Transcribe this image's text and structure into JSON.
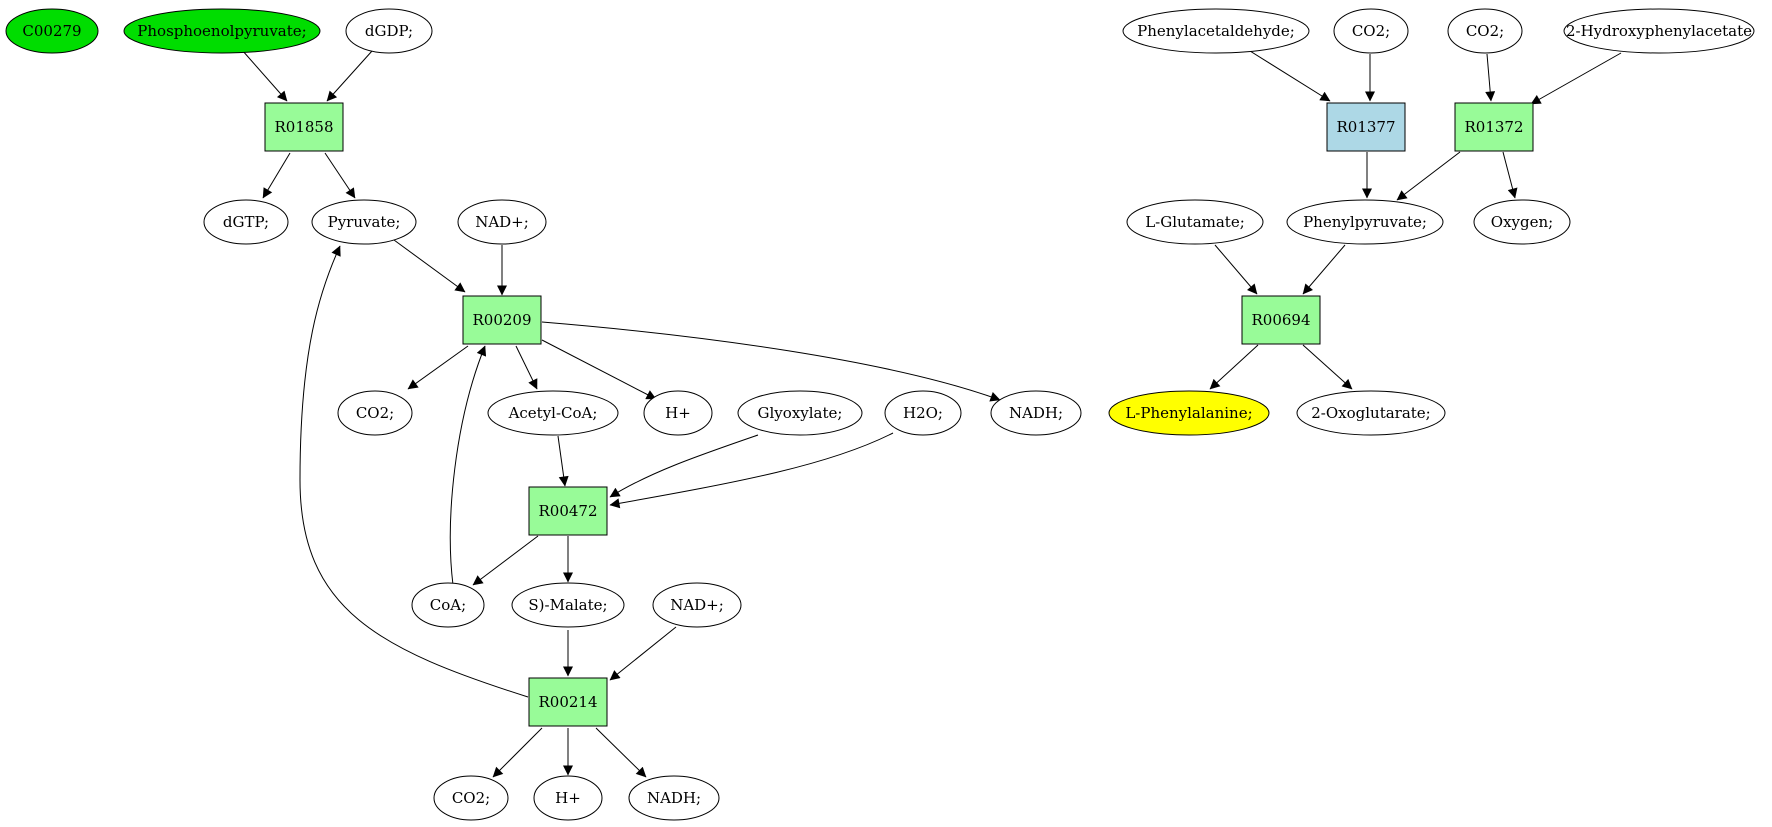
{
  "colors": {
    "start_compound": "#00dd00",
    "target_compound": "#ffff00",
    "reaction": "#98fb98",
    "reaction_alt": "#add8e6",
    "default_compound": "#ffffff",
    "stroke": "#000000"
  },
  "nodes": {
    "c00279": "C00279",
    "pep": "Phosphoenolpyruvate;",
    "dgdp": "dGDP;",
    "r01858": "R01858",
    "dgtp": "dGTP;",
    "pyruvate": "Pyruvate;",
    "nad1": "NAD+;",
    "r00209": "R00209",
    "co2_a": "CO2;",
    "acetylcoa": "Acetyl-CoA;",
    "h_a": "H+",
    "glyoxylate": "Glyoxylate;",
    "h2o": "H2O;",
    "nadh_a": "NADH;",
    "r00472": "R00472",
    "coa": "CoA;",
    "malate": "S)-Malate;",
    "nad2": "NAD+;",
    "r00214": "R00214",
    "co2_b": "CO2;",
    "h_b": "H+",
    "nadh_b": "NADH;",
    "phenylacetaldehyde": "Phenylacetaldehyde;",
    "co2_c": "CO2;",
    "co2_d": "CO2;",
    "hydroxyphenylacetate": "2-Hydroxyphenylacetate",
    "r01377": "R01377",
    "r01372": "R01372",
    "glutamate": "L-Glutamate;",
    "phenylpyruvate": "Phenylpyruvate;",
    "oxygen": "Oxygen;",
    "r00694": "R00694",
    "phenylalanine": "L-Phenylalanine;",
    "oxoglutarate": "2-Oxoglutarate;"
  }
}
